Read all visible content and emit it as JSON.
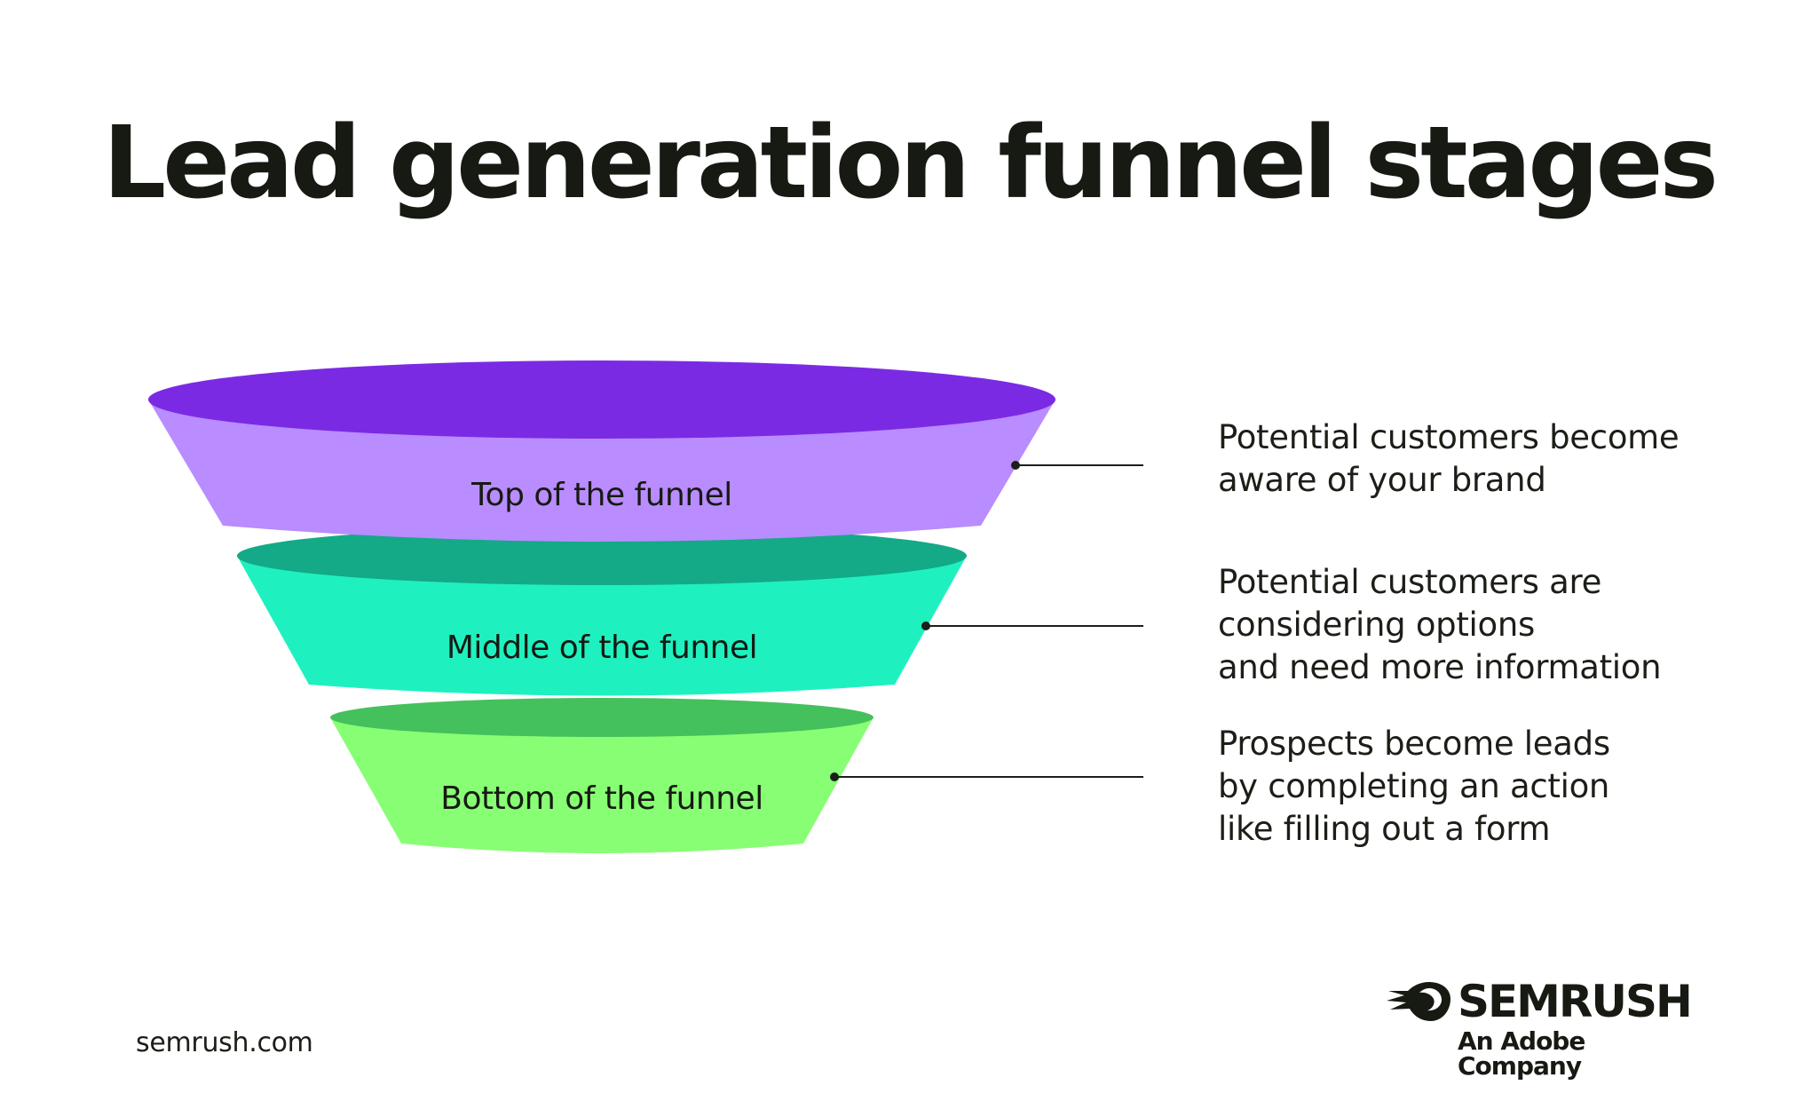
{
  "title": "Lead generation funnel stages",
  "stages": [
    {
      "label": "Top of the funnel",
      "description": "Potential customers become\naware of your brand",
      "colors": {
        "top": "#7b2ae4",
        "body": "#b98cff"
      }
    },
    {
      "label": "Middle of the funnel",
      "description": "Potential customers are\nconsidering options\nand need more information",
      "colors": {
        "top": "#14a987",
        "body": "#1ef1bf"
      }
    },
    {
      "label": "Bottom of the funnel",
      "description": "Prospects become leads\nby completing an action\nlike filling out a form",
      "colors": {
        "top": "#44c15c",
        "body": "#88fe74"
      }
    }
  ],
  "footer": {
    "site": "semrush.com",
    "logo_name": "SEMRUSH",
    "logo_tagline": "An Adobe Company"
  }
}
